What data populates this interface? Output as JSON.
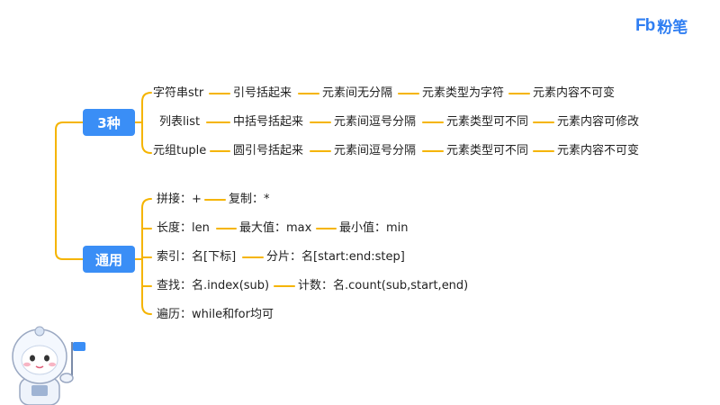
{
  "logo": {
    "mark": "Fb",
    "text": "粉笔"
  },
  "hubs": {
    "types": "3种",
    "common": "通用"
  },
  "types_rows": [
    [
      "字符串str",
      "引号括起来",
      "元素间无分隔",
      "元素类型为字符",
      "元素内容不可变"
    ],
    [
      "列表list",
      "中括号括起来",
      "元素间逗号分隔",
      "元素类型可不同",
      "元素内容可修改"
    ],
    [
      "元组tuple",
      "圆引号括起来",
      "元素间逗号分隔",
      "元素类型可不同",
      "元素内容不可变"
    ]
  ],
  "common_rows": [
    [
      "拼接：+",
      "复制：*"
    ],
    [
      "长度：len",
      "最大值：max",
      "最小值：min"
    ],
    [
      "索引：名[下标]",
      "分片：名[start:end:step]"
    ],
    [
      "查找：名.index(sub)",
      "计数：名.count(sub,start,end)"
    ],
    [
      "遍历：while和for均可"
    ]
  ],
  "colors": {
    "line": "#f5b400",
    "hub": "#3a8ef6",
    "brand": "#2f7ef2"
  }
}
